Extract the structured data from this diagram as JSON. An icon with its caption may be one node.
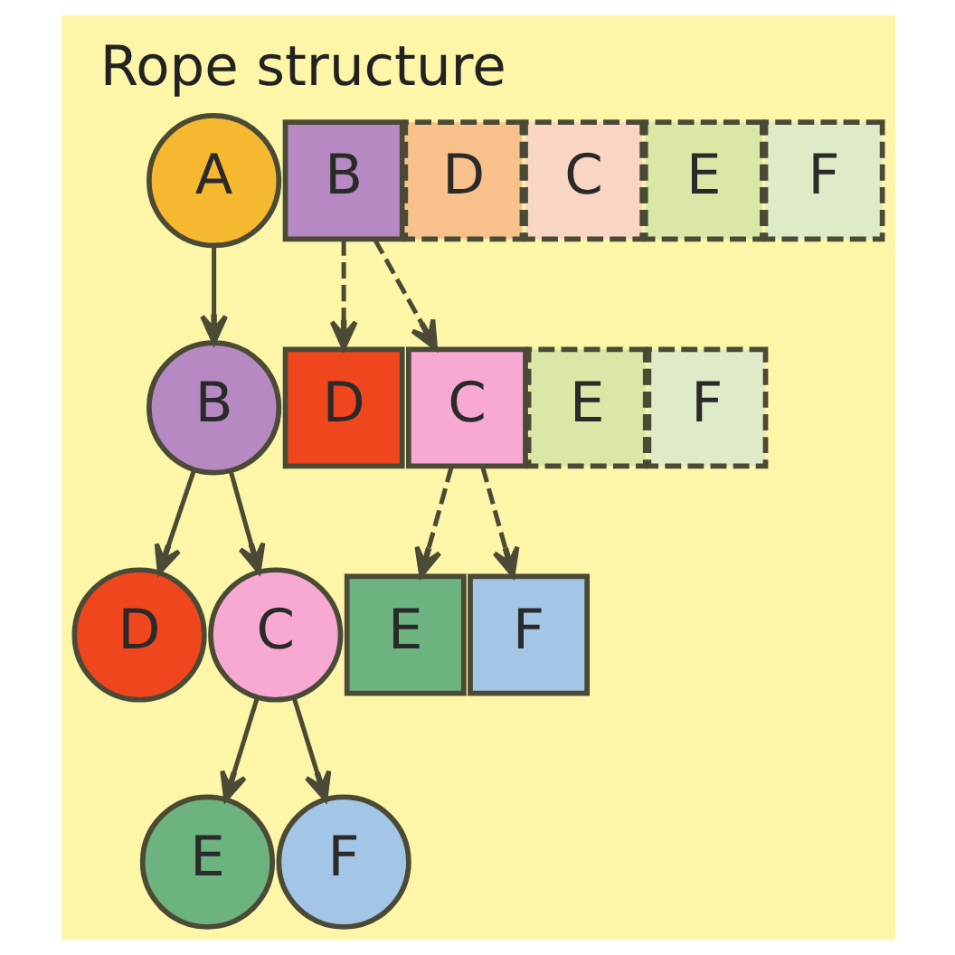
{
  "diagram": {
    "title": "Rope structure",
    "nodes": [
      {
        "text": [
          "A"
        ]
      },
      {
        "text": [
          "B"
        ]
      },
      {
        "text": [
          "D"
        ]
      },
      {
        "text": [
          "C"
        ]
      },
      {
        "text": [
          "E"
        ]
      },
      {
        "text": [
          "F"
        ]
      },
      {
        "text": [
          "B"
        ]
      },
      {
        "text": [
          "D"
        ]
      },
      {
        "text": [
          "C"
        ]
      },
      {
        "text": [
          "E"
        ]
      },
      {
        "text": [
          "F"
        ]
      },
      {
        "text": [
          "D"
        ]
      },
      {
        "text": [
          "C"
        ]
      },
      {
        "text": [
          "E"
        ]
      },
      {
        "text": [
          "F"
        ]
      },
      {
        "text": [
          "E"
        ]
      },
      {
        "text": [
          "F"
        ]
      }
    ],
    "edges": [
      {
        "from": 0,
        "to": 1,
        "arrow": "to"
      },
      {
        "from": 1,
        "to": 2,
        "arrow": "to"
      },
      {
        "from": 1,
        "to": 3,
        "arrow": "to"
      },
      {
        "from": 3,
        "to": 4,
        "arrow": "to"
      },
      {
        "from": 3,
        "to": 5,
        "arrow": "to"
      },
      {
        "from": 6,
        "to": 11,
        "arrow": "to",
        "style": "dashed"
      },
      {
        "from": 6,
        "to": 12,
        "arrow": "to",
        "style": "dashed"
      },
      {
        "from": 12,
        "to": 15,
        "arrow": "to",
        "style": "dashed"
      },
      {
        "from": 12,
        "to": 16,
        "arrow": "to",
        "style": "dashed"
      }
    ]
  }
}
